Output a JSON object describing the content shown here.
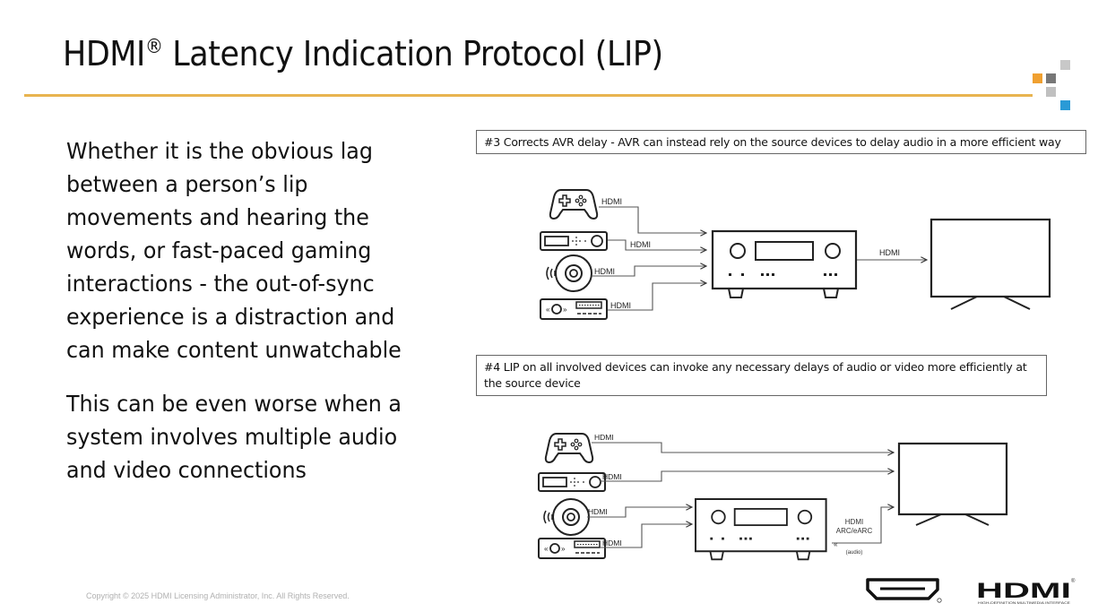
{
  "slide": {
    "title": "HDMI",
    "title_mark": "®",
    "title_rest": " Latency Indication Protocol (LIP)",
    "accent_color": "#e8b450"
  },
  "body": {
    "paragraph_1": "Whether it is the obvious lag between a person’s lip movements and hearing the words, or fast-paced gaming interactions - the out-of-sync experience is a distraction and can make content unwatchable",
    "paragraph_2": "This can be even worse when a system involves multiple audio and video connections"
  },
  "diagram_3": {
    "caption": "#3 Corrects AVR delay - AVR can instead rely on the source devices to delay audio in a more efficient way",
    "sources": [
      {
        "icon": "game-controller-icon",
        "label": "HDMI"
      },
      {
        "icon": "set-top-box-icon",
        "label": "HDMI"
      },
      {
        "icon": "disc-player-icon",
        "label": "HDMI"
      },
      {
        "icon": "soundbar-device-icon",
        "label": "HDMI"
      }
    ],
    "avr_to_tv_label": "HDMI"
  },
  "diagram_4": {
    "caption": "#4 LIP on all involved devices can invoke any necessary delays of audio or video more efficiently at the source device",
    "sources": [
      {
        "icon": "game-controller-icon",
        "label": "HDMI"
      },
      {
        "icon": "set-top-box-icon",
        "label": "HDMI"
      },
      {
        "icon": "disc-player-icon",
        "label": "HDMI"
      },
      {
        "icon": "soundbar-device-icon",
        "label": "HDMI"
      }
    ],
    "arc_label_line1": "HDMI",
    "arc_label_line2": "ARC/eARC",
    "arc_sub_label": "(audio)"
  },
  "footer": {
    "copyright": "Copyright © 2025 HDMI Licensing Administrator, Inc.  All Rights Reserved.",
    "logo_text": "HDMI",
    "logo_subtitle": "HIGH-DEFINITION MULTIMEDIA INTERFACE",
    "logo_mark": "®"
  }
}
